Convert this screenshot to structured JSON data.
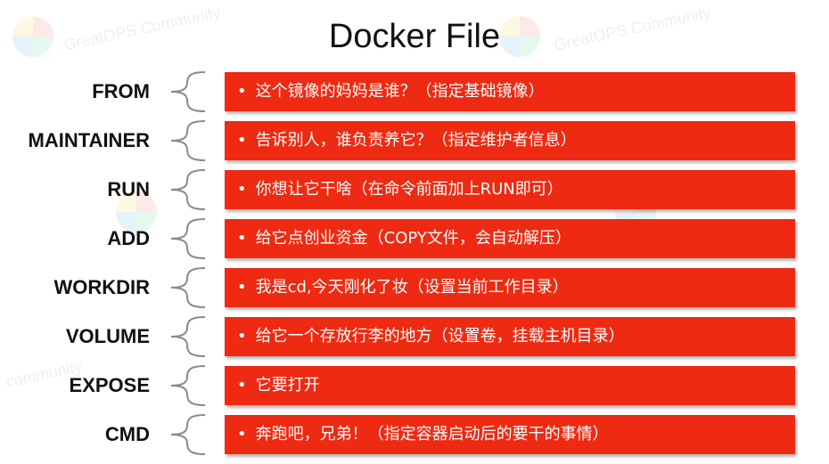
{
  "title": "Docker File",
  "colors": {
    "box": "#ee2a12",
    "text_on_box": "#ffffff",
    "label": "#111111"
  },
  "rows": [
    {
      "label": "FROM",
      "text": "这个镜像的妈妈是谁？（指定基础镜像）"
    },
    {
      "label": "MAINTAINER",
      "text": "告诉别人，谁负责养它？（指定维护者信息）"
    },
    {
      "label": "RUN",
      "text": "你想让它干啥（在命令前面加上RUN即可）"
    },
    {
      "label": "ADD",
      "text": "给它点创业资金（COPY文件，会自动解压）"
    },
    {
      "label": "WORKDIR",
      "text": "我是cd,今天刚化了妆（设置当前工作目录）"
    },
    {
      "label": "VOLUME",
      "text": "给它一个存放行李的地方（设置卷，挂载主机目录）"
    },
    {
      "label": "EXPOSE",
      "text": "它要打开"
    },
    {
      "label": "CMD",
      "text": "奔跑吧，兄弟！（指定容器启动后的要干的事情）"
    }
  ]
}
